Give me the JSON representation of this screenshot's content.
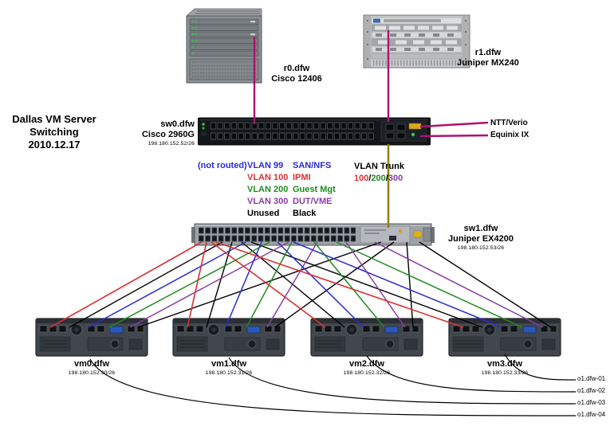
{
  "title": {
    "line1": "Dallas VM Server",
    "line2": "Switching",
    "line3": "2010.12.17"
  },
  "devices": {
    "r0": {
      "name": "r0.dfw",
      "model": "Cisco 12406"
    },
    "r1": {
      "name": "r1.dfw",
      "model": "Juniper MX240"
    },
    "sw0": {
      "name": "sw0.dfw",
      "model": "Cisco 2960G",
      "ip": "198.180.152.52/26"
    },
    "sw1": {
      "name": "sw1.dfw",
      "model": "Juniper EX4200",
      "ip": "198.180.152.53/26"
    }
  },
  "servers": [
    {
      "name": "vm0.dfw",
      "ip": "198.180.152.30/26"
    },
    {
      "name": "vm1.dfw",
      "ip": "198.180.152.31/26"
    },
    {
      "name": "vm2.dfw",
      "ip": "198.180.152.32/26"
    },
    {
      "name": "vm3.dfw",
      "ip": "198.180.152.33/26"
    }
  ],
  "legend": {
    "not_routed": "(not routed)",
    "rows": [
      {
        "vlan": "VLAN 99",
        "name": "SAN/NFS"
      },
      {
        "vlan": "VLAN 100",
        "name": "IPMI"
      },
      {
        "vlan": "VLAN 200",
        "name": "Guest Mgt"
      },
      {
        "vlan": "VLAN 300",
        "name": "DUT/VME"
      },
      {
        "vlan": "Unused",
        "name": "Black"
      }
    ]
  },
  "trunk": {
    "label": "VLAN Trunk",
    "parts": [
      "100",
      "/",
      "200",
      "/",
      "300"
    ]
  },
  "uplinks": {
    "ntt": "NTT/Verio",
    "equinix": "Equinix IX"
  },
  "external_links": [
    "o1.dfw-01",
    "o1.dfw-02",
    "o1.dfw-03",
    "o1.dfw-04"
  ],
  "colors": {
    "vlan99": "#2b2bd0",
    "vlan100": "#d93030",
    "vlan200": "#1f8c1f",
    "vlan300": "#8a3da6",
    "unused": "#000000",
    "wan": "#ae1270",
    "trunk": "#94800f"
  }
}
